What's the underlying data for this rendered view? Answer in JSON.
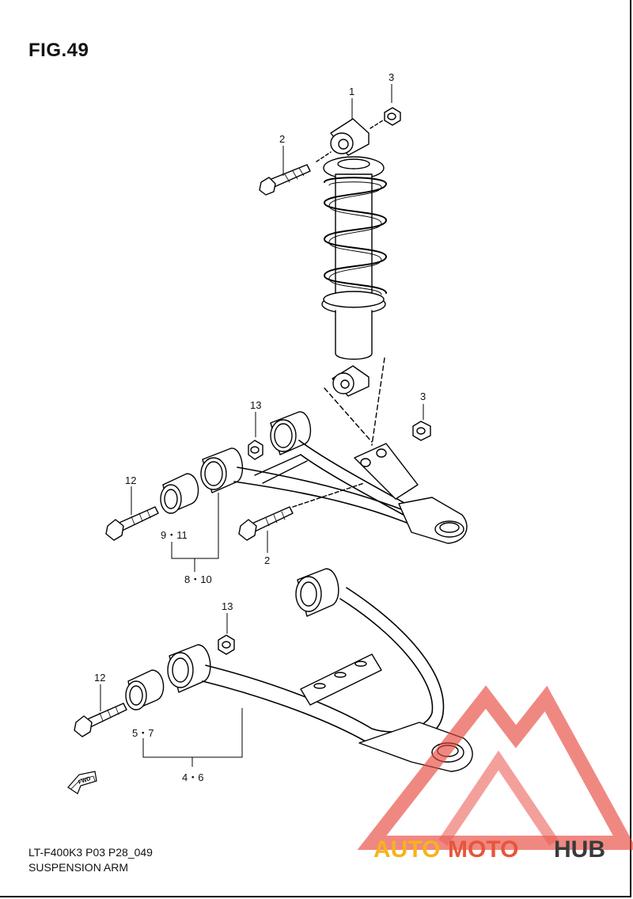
{
  "header": {
    "figure": "FIG.49"
  },
  "footer": {
    "code": "LT-F400K3 P03 P28_049",
    "caption": "SUSPENSION ARM"
  },
  "callouts": {
    "c1": "1",
    "c2_top": "2",
    "c3_top": "3",
    "c3_mid": "3",
    "c13_mid": "13",
    "c12_mid": "12",
    "c9_11": "9・11",
    "c8_10": "8・10",
    "c2_mid": "2",
    "c13_low": "13",
    "c12_low": "12",
    "c5_7": "5・7",
    "c4_6": "4・6"
  },
  "fwd_badge": "FWD",
  "watermark": {
    "part_a": "AUTO",
    "part_b": "MOTO",
    "part_c": "HUB",
    "color_a": "#f5b41a",
    "color_b": "#e8553a",
    "color_c": "#3a3a3a",
    "logo_color": "#e8453c"
  }
}
